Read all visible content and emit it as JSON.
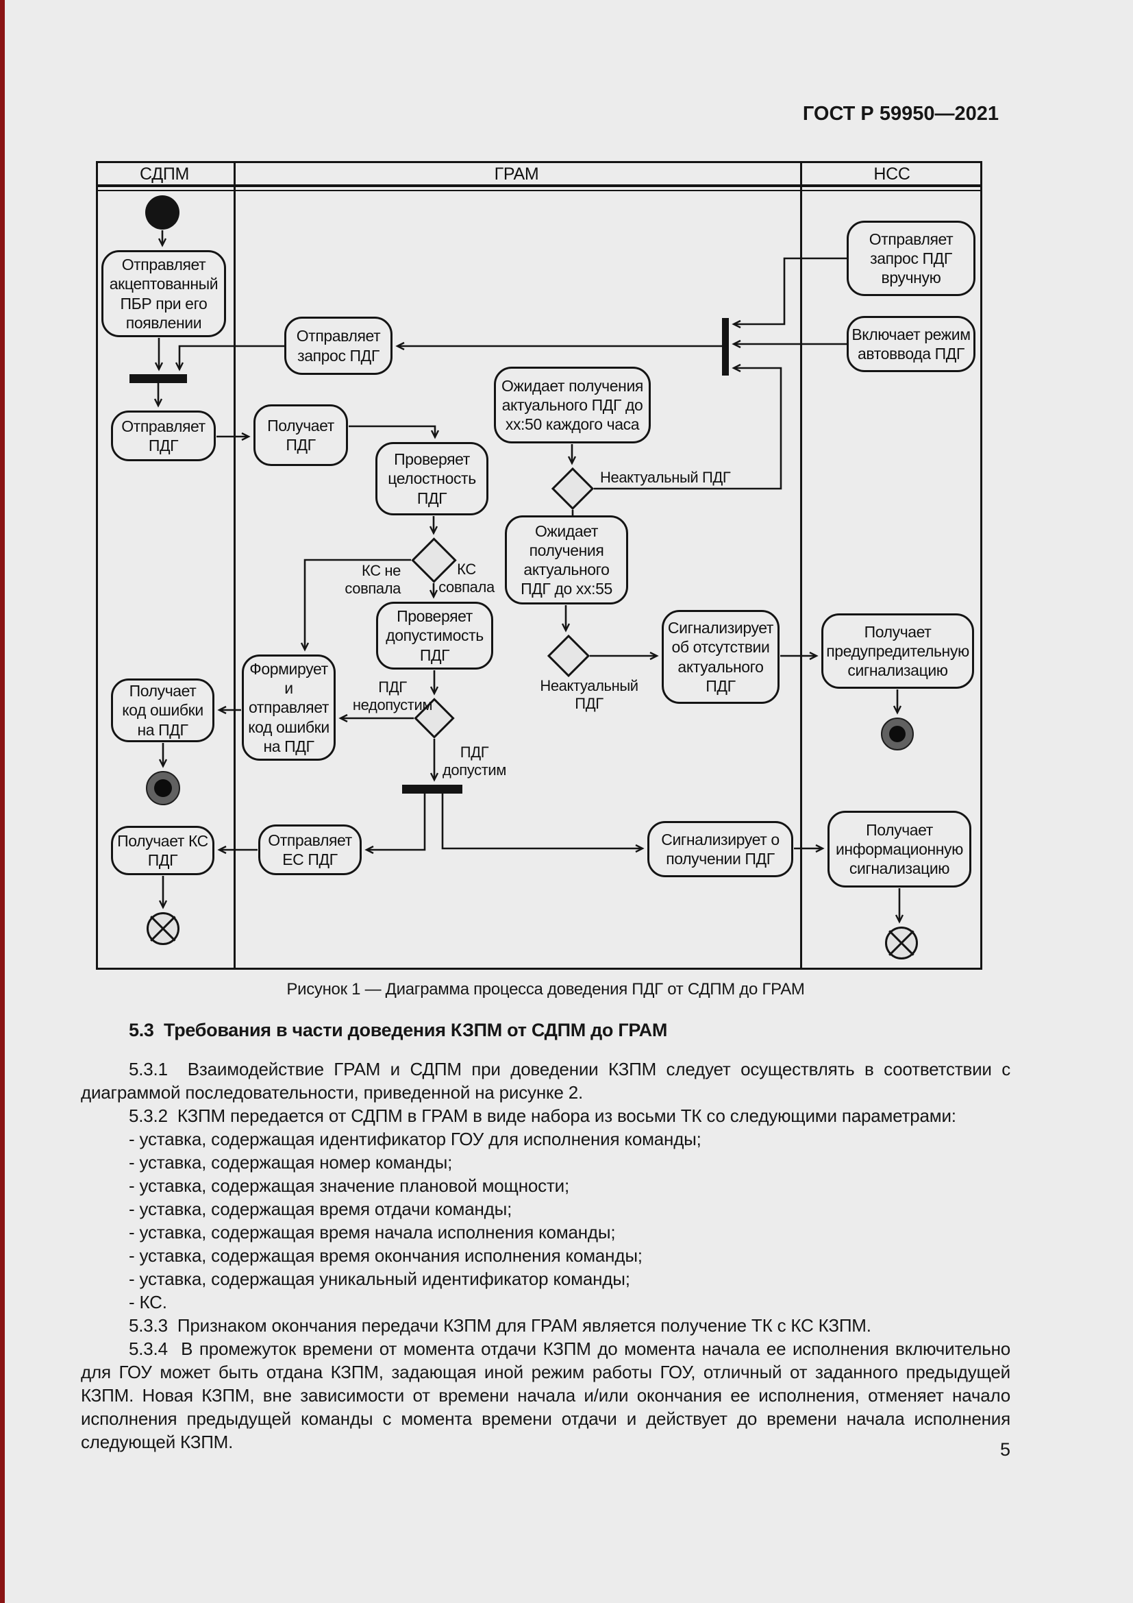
{
  "page": {
    "title": "ГОСТ Р 59950—2021",
    "number": "5",
    "background_color": "#ececec",
    "edge_strip_color": "#8a1414"
  },
  "diagram": {
    "lanes": [
      "СДПМ",
      "ГРАМ",
      "НСС"
    ],
    "caption": "Рисунок 1 — Диаграмма процесса доведения ПДГ от СДПМ до ГРАМ",
    "nodes": [
      {
        "id": "start1",
        "name": "initial-node",
        "label": ""
      },
      {
        "id": "a1",
        "name": "action-sends-accepted-pbr",
        "label": "Отправляет\nакцептованный\nПБР при его\nпоявлении"
      },
      {
        "id": "bar1",
        "name": "fork-bar-sdpm",
        "label": ""
      },
      {
        "id": "a2",
        "name": "action-sends-pdg",
        "label": "Отправляет\nПДГ"
      },
      {
        "id": "a3",
        "name": "action-receives-pdg",
        "label": "Получает\nПДГ"
      },
      {
        "id": "a4",
        "name": "action-sends-pdg-request",
        "label": "Отправляет\nзапрос ПДГ"
      },
      {
        "id": "a5",
        "name": "action-checks-pdg-integrity",
        "label": "Проверяет\nцелостность\nПДГ"
      },
      {
        "id": "d1",
        "name": "decision-checksum",
        "label": ""
      },
      {
        "id": "a6",
        "name": "action-checks-pdg-validity",
        "label": "Проверяет\nдопустимость\nПДГ"
      },
      {
        "id": "d2",
        "name": "decision-pdg-valid",
        "label": ""
      },
      {
        "id": "a7",
        "name": "action-forms-sends-error-code",
        "label": "Формирует\nи\nотправляет\nкод ошибки\nна ПДГ"
      },
      {
        "id": "a8",
        "name": "action-receives-error-code",
        "label": "Получает\nкод ошибки\nна ПДГ"
      },
      {
        "id": "fin1",
        "name": "final-node-sdpm",
        "label": ""
      },
      {
        "id": "a9",
        "name": "action-receives-pdg-checksum",
        "label": "Получает КС\nПДГ"
      },
      {
        "id": "ff1",
        "name": "flow-final-sdpm",
        "label": ""
      },
      {
        "id": "a10",
        "name": "action-sends-pdg-es",
        "label": "Отправляет\nЕС ПДГ"
      },
      {
        "id": "bar2",
        "name": "fork-bar-gram",
        "label": ""
      },
      {
        "id": "a11",
        "name": "action-signals-pdg-received",
        "label": "Сигнализирует о\nполучении ПДГ"
      },
      {
        "id": "a12",
        "name": "action-waits-actual-pdg-xx50",
        "label": "Ожидает получения\nактуального ПДГ до\nxx:50 каждого часа"
      },
      {
        "id": "d3",
        "name": "decision-pdg-actual-1",
        "label": ""
      },
      {
        "id": "a13",
        "name": "action-waits-actual-pdg-xx55",
        "label": "Ожидает\nполучения\nактуального\nПДГ до xx:55"
      },
      {
        "id": "d4",
        "name": "decision-pdg-actual-2",
        "label": ""
      },
      {
        "id": "a14",
        "name": "action-signals-no-actual-pdg",
        "label": "Сигнализирует\nоб отсутствии\nактуального\nПДГ"
      },
      {
        "id": "a15",
        "name": "action-receives-warning-alarm",
        "label": "Получает\nпредупредительную\nсигнализацию"
      },
      {
        "id": "fin2",
        "name": "final-node-nss",
        "label": ""
      },
      {
        "id": "a16",
        "name": "action-receives-info-alarm",
        "label": "Получает\nинформационную\nсигнализацию"
      },
      {
        "id": "ff2",
        "name": "flow-final-nss",
        "label": ""
      },
      {
        "id": "a17",
        "name": "action-sends-pdg-request-manually",
        "label": "Отправляет\nзапрос ПДГ\nвручную"
      },
      {
        "id": "a18",
        "name": "action-enables-pdg-autoinput",
        "label": "Включает режим\nавтоввода ПДГ"
      },
      {
        "id": "join1",
        "name": "join-bar-gram",
        "label": ""
      },
      {
        "id": "l1",
        "name": "edge-label-inactual-pdg-1",
        "label": "Неактуальный ПДГ"
      },
      {
        "id": "l2",
        "name": "edge-label-ks-mismatch",
        "label": "КС не совпала"
      },
      {
        "id": "l3",
        "name": "edge-label-ks-match",
        "label": "КС\nсовпала"
      },
      {
        "id": "l4",
        "name": "edge-label-pdg-invalid",
        "label": "ПДГ\nнедопустим"
      },
      {
        "id": "l5",
        "name": "edge-label-pdg-valid",
        "label": "ПДГ\nдопустим"
      },
      {
        "id": "l6",
        "name": "edge-label-inactual-pdg-2",
        "label": "Неактуальный\nПДГ"
      }
    ]
  },
  "content": {
    "section_heading": "5.3  Требования в части доведения КЗПМ от СДПМ до ГРАМ",
    "paragraphs": [
      "5.3.1  Взаимодействие ГРАМ и СДПМ при доведении КЗПМ следует осуществлять в соответствии с диаграммой последовательности, приведенной на рисунке 2.",
      "5.3.2  КЗПМ передается от СДПМ в ГРАМ в виде набора из восьми ТК со следующими параметрами:",
      "- уставка, содержащая идентификатор ГОУ для исполнения команды;",
      "- уставка, содержащая номер команды;",
      "- уставка, содержащая значение плановой мощности;",
      "- уставка, содержащая время отдачи команды;",
      "- уставка, содержащая время начала исполнения команды;",
      "- уставка, содержащая время окончания исполнения команды;",
      "- уставка, содержащая уникальный идентификатор команды;",
      "- КС.",
      "5.3.3  Признаком окончания передачи КЗПМ для ГРАМ является получение ТК с КС КЗПМ.",
      "5.3.4  В промежуток времени от момента отдачи КЗПМ до момента начала ее исполнения включительно для ГОУ может быть отдана КЗПМ, задающая иной режим работы ГОУ, отличный от заданного предыдущей КЗПМ. Новая КЗПМ, вне зависимости от времени начала и/или окончания ее исполнения, отменяет начало исполнения предыдущей команды с момента времени отдачи и действует до времени начала исполнения следующей КЗПМ."
    ]
  }
}
